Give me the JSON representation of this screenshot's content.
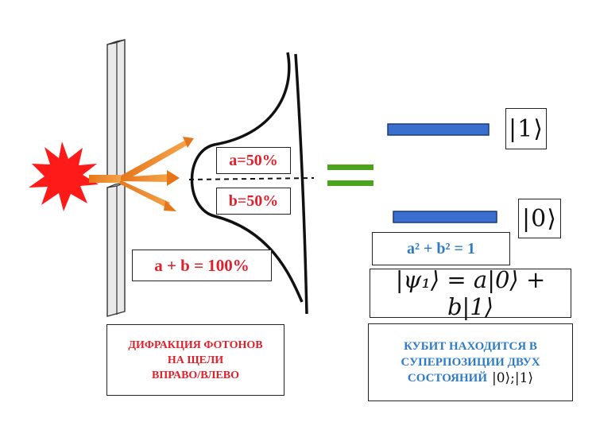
{
  "prob_a": "a=50%",
  "prob_b": "b=50%",
  "sum_percent": "a + b = 100%",
  "left_caption": [
    "ДИФРАКЦИЯ ФОТОНОВ",
    "НА ЩЕЛИ",
    "ВПРАВО/ВЛЕВО"
  ],
  "ket_one": "|1⟩",
  "ket_zero": "|0⟩",
  "normalization": "a² + b² = 1",
  "state_equation": "|ψ₁⟩ = a|0⟩ + b|1⟩",
  "right_caption": [
    "КУБИТ НАХОДИТСЯ В",
    "СУПЕРПОЗИЦИИ ДВУХ",
    "СОСТОЯНИЙ"
  ],
  "right_caption_kets": "|0⟩;|1⟩",
  "colors": {
    "burst": "#ff1a1a",
    "arrow": "#f08a2c",
    "equals": "#4aa51c",
    "level": "#3a6fd0",
    "red_text": "#e0202a",
    "blue_text": "#2f7bc4"
  },
  "icons": [
    "explosion-burst-icon",
    "photon-arrow-icon"
  ]
}
